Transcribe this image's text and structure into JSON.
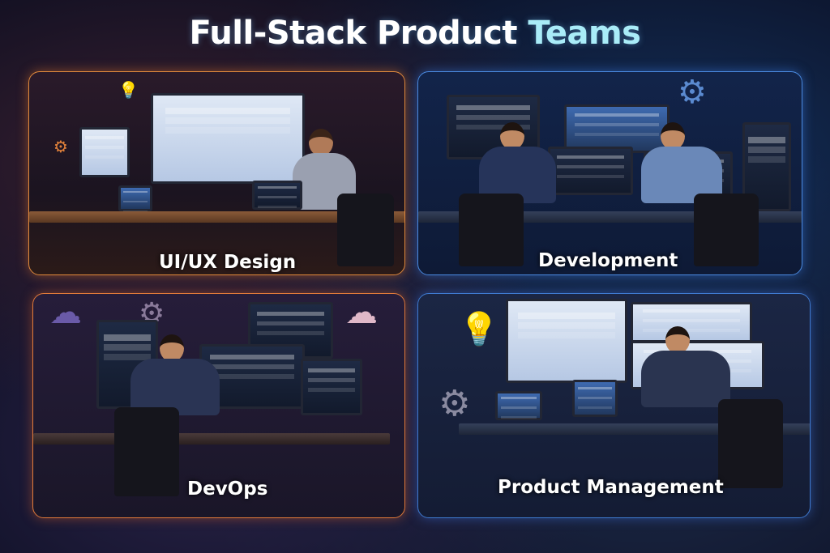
{
  "title": {
    "main": "Full-Stack Product",
    "highlight": "Teams"
  },
  "panels": [
    {
      "label": "UI/UX Design",
      "accent": "#e08a3c"
    },
    {
      "label": "Development",
      "accent": "#4a8ae0"
    },
    {
      "label": "DevOps",
      "accent": "#e07a3a"
    },
    {
      "label": "Product Management",
      "accent": "#3f7ad0"
    }
  ]
}
